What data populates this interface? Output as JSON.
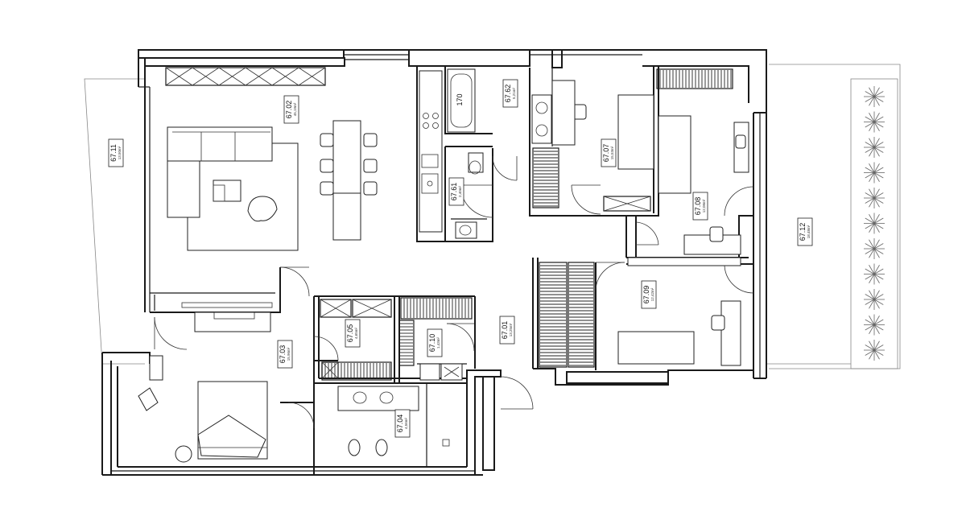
{
  "rooms": [
    {
      "number": "67.11",
      "area": "13,50m²"
    },
    {
      "number": "67.02",
      "area": "45,19m²"
    },
    {
      "number": "67.62",
      "area": "5,21m²"
    },
    {
      "number": "67.07",
      "area": "15,53m²"
    },
    {
      "number": "67.08",
      "area": "12,08m²"
    },
    {
      "number": "67.12",
      "area": "18,48m²"
    },
    {
      "number": "67.61",
      "area": "2,40m²"
    },
    {
      "number": "67.09",
      "area": "12,42m²"
    },
    {
      "number": "67.01",
      "area": "13,25m²"
    },
    {
      "number": "67.05",
      "area": "4,65m²"
    },
    {
      "number": "67.10",
      "area": "1,43m²"
    },
    {
      "number": "67.03",
      "area": "15,96m²"
    },
    {
      "number": "67.04",
      "area": "4,56m²"
    }
  ],
  "annotations": {
    "bath_height": "170"
  },
  "colors": {
    "wall": "#1a1a1a",
    "background": "#ffffff",
    "terrace_outline": "#888888"
  }
}
